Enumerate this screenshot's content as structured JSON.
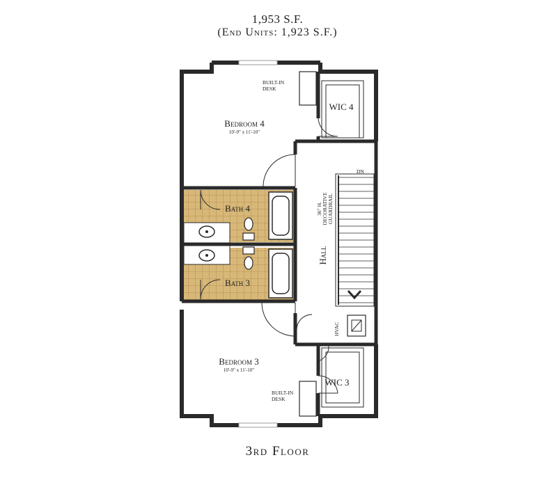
{
  "header": {
    "area": "1,953 S.F.",
    "end_units": "(End Units: 1,923 S.F.)"
  },
  "rooms": {
    "bedroom4": {
      "name": "Bedroom 4",
      "dims": "10'-9\" x 11'-10\""
    },
    "bedroom3": {
      "name": "Bedroom 3",
      "dims": "10'-9\" x 11'-10\""
    },
    "bath4": "Bath 4",
    "bath3": "Bath 3",
    "wic4": "WIC 4",
    "wic3": "WIC 3",
    "hall": "Hall",
    "hvac": "HVAC"
  },
  "notes": {
    "desk_top_1": "BUILT-IN",
    "desk_top_2": "DESK",
    "desk_bot_1": "BUILT-IN",
    "desk_bot_2": "DESK",
    "guardrail_1": "36\" H.",
    "guardrail_2": "DECORATIVE",
    "guardrail_3": "GUARDRAIL",
    "stair_dn": "DN"
  },
  "footer": {
    "floor": "3rd Floor"
  },
  "colors": {
    "wall": "#2a2a2a",
    "tile": "#d8b878",
    "tile_line": "#a8844a",
    "window": "#9a9a9a"
  }
}
